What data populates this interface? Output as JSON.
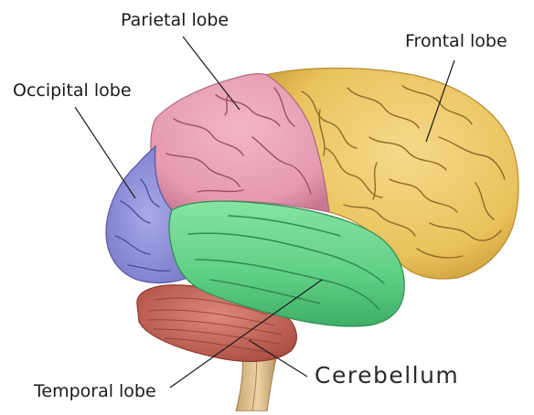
{
  "labels": {
    "parietal": "Parietal lobe",
    "frontal": "Frontal lobe",
    "occipital": "Occipital lobe",
    "temporal": "Temporal lobe",
    "cerebellum": "Cerebellum"
  },
  "colors": {
    "frontal": "#e8c25c",
    "parietal": "#e59aae",
    "occipital": "#8e8ed8",
    "temporal": "#66d38c",
    "cerebellum": "#c8675a",
    "brainstem": "#d9b98a",
    "sulcus": "#7a5a2a",
    "leader": "#1a1a1a"
  }
}
